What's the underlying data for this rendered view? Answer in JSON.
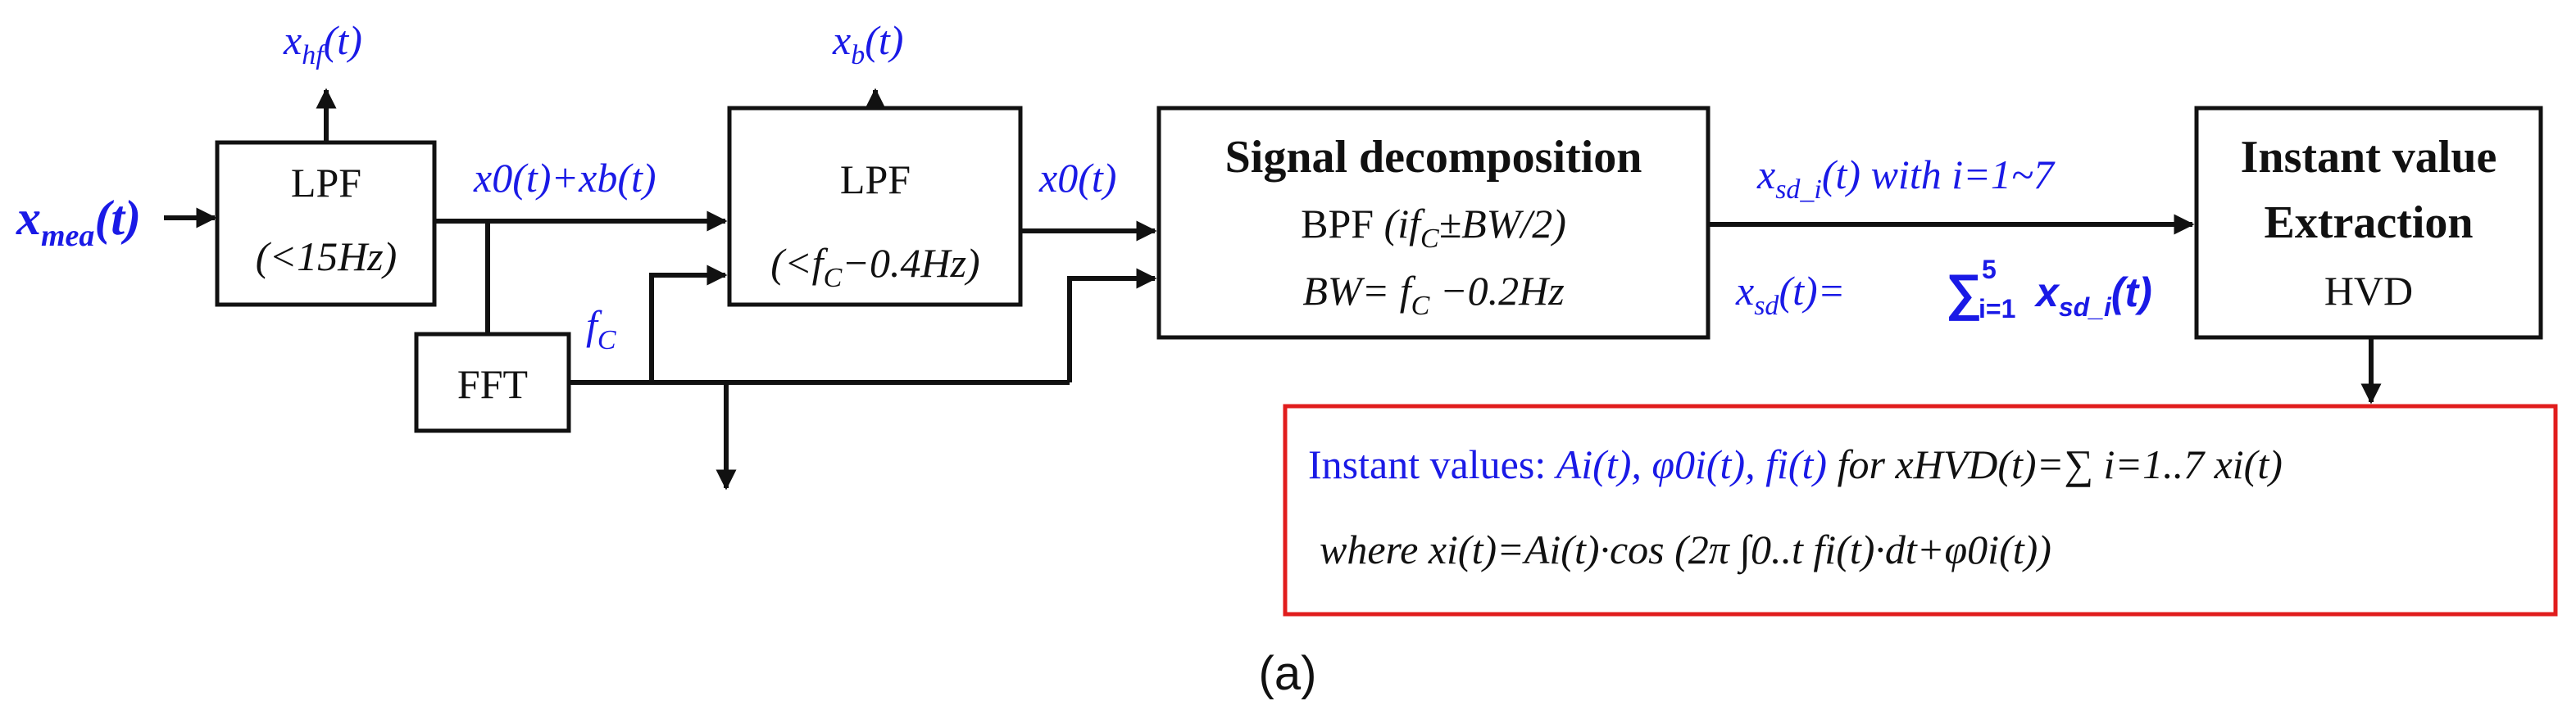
{
  "colors": {
    "blue": "#1a1ae6",
    "black": "#111111",
    "red": "#e11d1d"
  },
  "input": {
    "base": "x",
    "sub": "mea",
    "arg": "(t)"
  },
  "lpf1": {
    "title": "LPF",
    "cond": "(<15Hz)"
  },
  "out_hf": {
    "base": "x",
    "sub": "hf",
    "arg": "(t)"
  },
  "sum_label": "x0(t)+xb(t)",
  "out_b": {
    "base": "x",
    "sub": "b",
    "arg": "(t)"
  },
  "lpf2": {
    "title": "LPF",
    "cond_pre": "(<f",
    "cond_sub": "C",
    "cond_post": "−0.4Hz)"
  },
  "fft": {
    "title": "FFT"
  },
  "fc_label": {
    "base": "f",
    "sub": "C"
  },
  "x0_label": "x0(t)",
  "decomp": {
    "title": "Signal decomposition",
    "line2_pre": "BPF ",
    "line2_italic": "(if",
    "line2_sub": "C",
    "line2_post": "±BW/2)",
    "line3_pre": "BW= f",
    "line3_sub": "C",
    "line3_post": " −0.2Hz"
  },
  "sd_i_label": {
    "base": "x",
    "sub": "sd_i",
    "post": "(t) with i=1~7"
  },
  "sd_sum": {
    "base": "x",
    "sub": "sd",
    "eq": "(t)=",
    "sum": "∑",
    "upper": "5",
    "lower": "i=1",
    "term": "x",
    "term_sub": "sd_i",
    "arg": "(t)"
  },
  "extract": {
    "line1": "Instant value",
    "line2": "Extraction",
    "line3": "HVD"
  },
  "result": {
    "line1_lead": "Instant values: ",
    "line1_vals": "Ai(t), φ0i(t), fi(t)",
    "line1_for": " for ",
    "line1_expr": "xHVD(t)=∑ i=1..7 xi(t)",
    "line2": "where xi(t)=Ai(t)·cos (2π ∫0..t fi(t)·dt+φ0i(t))"
  },
  "caption": "(a)"
}
